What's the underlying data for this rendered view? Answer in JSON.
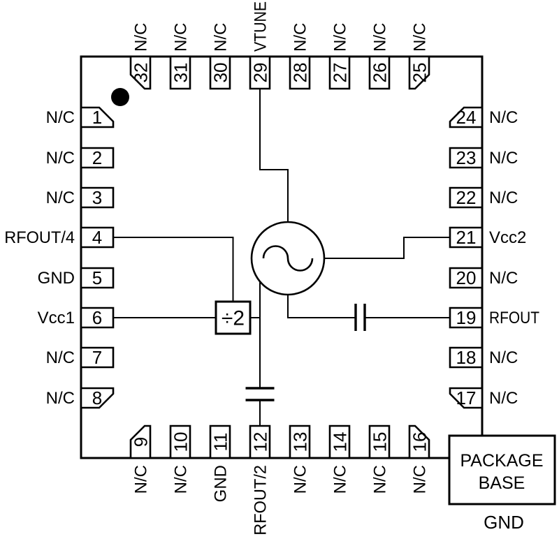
{
  "colors": {
    "line": "#000000",
    "background": "#ffffff"
  },
  "pins": {
    "top": [
      {
        "number": "32",
        "label": "N/C"
      },
      {
        "number": "31",
        "label": "N/C"
      },
      {
        "number": "30",
        "label": "N/C"
      },
      {
        "number": "29",
        "label": "VTUNE"
      },
      {
        "number": "28",
        "label": "N/C"
      },
      {
        "number": "27",
        "label": "N/C"
      },
      {
        "number": "26",
        "label": "N/C"
      },
      {
        "number": "25",
        "label": "N/C"
      }
    ],
    "left": [
      {
        "number": "1",
        "label": "N/C"
      },
      {
        "number": "2",
        "label": "N/C"
      },
      {
        "number": "3",
        "label": "N/C"
      },
      {
        "number": "4",
        "label": "RFOUT/4"
      },
      {
        "number": "5",
        "label": "GND"
      },
      {
        "number": "6",
        "label": "Vcc1"
      },
      {
        "number": "7",
        "label": "N/C"
      },
      {
        "number": "8",
        "label": "N/C"
      }
    ],
    "right": [
      {
        "number": "24",
        "label": "N/C"
      },
      {
        "number": "23",
        "label": "N/C"
      },
      {
        "number": "22",
        "label": "N/C"
      },
      {
        "number": "21",
        "label": "Vcc2"
      },
      {
        "number": "20",
        "label": "N/C"
      },
      {
        "number": "19",
        "label": "RFOUT"
      },
      {
        "number": "18",
        "label": "N/C"
      },
      {
        "number": "17",
        "label": "N/C"
      }
    ],
    "bottom": [
      {
        "number": "9",
        "label": "N/C"
      },
      {
        "number": "10",
        "label": "N/C"
      },
      {
        "number": "11",
        "label": "GND"
      },
      {
        "number": "12",
        "label": "RFOUT/2"
      },
      {
        "number": "13",
        "label": "N/C"
      },
      {
        "number": "14",
        "label": "N/C"
      },
      {
        "number": "15",
        "label": "N/C"
      },
      {
        "number": "16",
        "label": "N/C"
      }
    ]
  },
  "components": {
    "divider_label": "÷2",
    "oscillator_symbol": "sine-wave-source",
    "pin1_marker": "black-dot"
  },
  "package_base": {
    "line1": "PACKAGE",
    "line2": "BASE",
    "ground": "GND"
  }
}
